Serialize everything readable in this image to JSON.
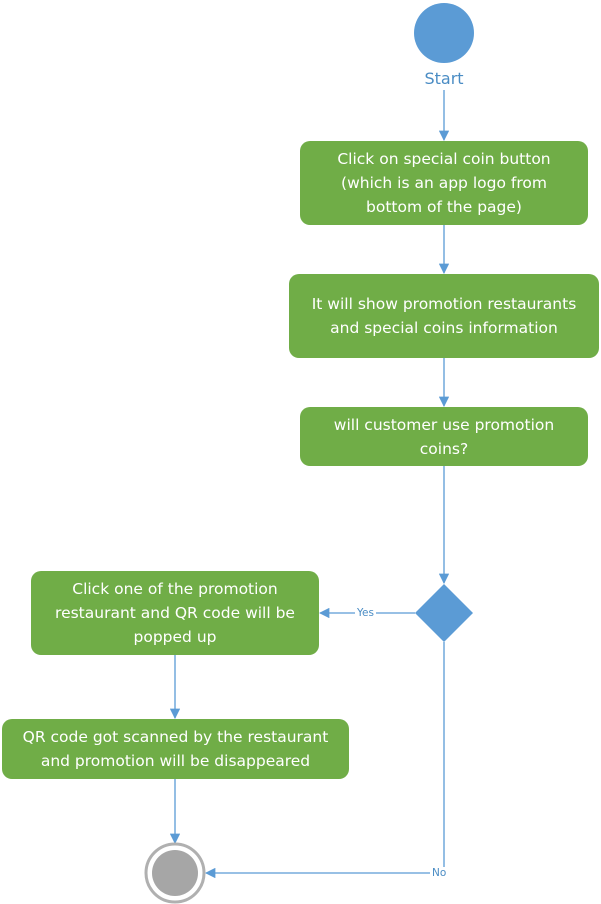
{
  "colors": {
    "node_fill": "#70ad47",
    "start_fill": "#5b9bd5",
    "decision_fill": "#5b9bd5",
    "edge_color": "#5b9bd5",
    "label_color": "#4a8cc4",
    "end_ring": "#b0b0b0",
    "end_fill": "#a6a6a6"
  },
  "start": {
    "label": "Start"
  },
  "steps": {
    "click_coin": "Click on special coin button\n(which is an app logo from\nbottom of the page)",
    "show_info": "It will show promotion restaurants\nand special coins information",
    "question": "will customer use promotion\ncoins?",
    "click_restaurant": "Click one of the promotion\nrestaurant and QR code will be\npopped up",
    "qr_scanned": "QR code got scanned by the restaurant\nand promotion will be disappeared"
  },
  "edges": {
    "yes_label": "Yes",
    "no_label": "No"
  }
}
